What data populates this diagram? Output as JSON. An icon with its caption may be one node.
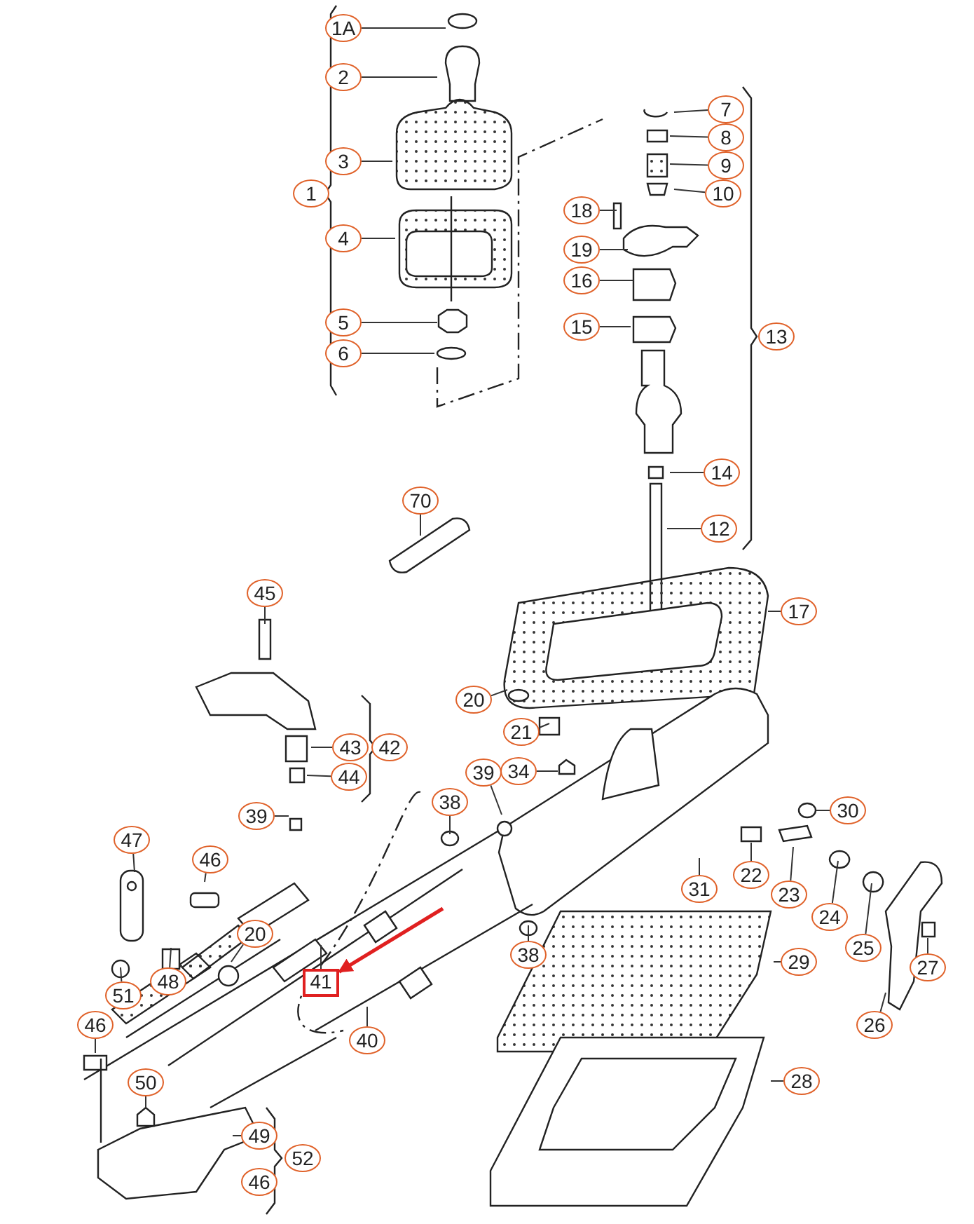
{
  "diagram": {
    "nodes": [
      {
        "text": [
          "1A"
        ]
      },
      {
        "text": [
          "2"
        ]
      },
      {
        "text": [
          "3"
        ]
      },
      {
        "text": [
          "1"
        ]
      },
      {
        "text": [
          "4"
        ]
      },
      {
        "text": [
          "5"
        ]
      },
      {
        "text": [
          "6"
        ]
      },
      {
        "text": [
          "7"
        ]
      },
      {
        "text": [
          "8"
        ]
      },
      {
        "text": [
          "9"
        ]
      },
      {
        "text": [
          "10"
        ]
      },
      {
        "text": [
          "18"
        ]
      },
      {
        "text": [
          "19"
        ]
      },
      {
        "text": [
          "16"
        ]
      },
      {
        "text": [
          "15"
        ]
      },
      {
        "text": [
          "13"
        ]
      },
      {
        "text": [
          "14"
        ]
      },
      {
        "text": [
          "12"
        ]
      },
      {
        "text": [
          "70"
        ]
      },
      {
        "text": [
          "45"
        ]
      },
      {
        "text": [
          "17"
        ]
      },
      {
        "text": [
          "20"
        ]
      },
      {
        "text": [
          "21"
        ]
      },
      {
        "text": [
          "43"
        ]
      },
      {
        "text": [
          "42"
        ]
      },
      {
        "text": [
          "44"
        ]
      },
      {
        "text": [
          "34"
        ]
      },
      {
        "text": [
          "39"
        ]
      },
      {
        "text": [
          "39"
        ]
      },
      {
        "text": [
          "38"
        ]
      },
      {
        "text": [
          "30"
        ]
      },
      {
        "text": [
          "46"
        ]
      },
      {
        "text": [
          "47"
        ]
      },
      {
        "text": [
          "22"
        ]
      },
      {
        "text": [
          "31"
        ]
      },
      {
        "text": [
          "23"
        ]
      },
      {
        "text": [
          "24"
        ]
      },
      {
        "text": [
          "25"
        ]
      },
      {
        "text": [
          "20"
        ]
      },
      {
        "text": [
          "27"
        ]
      },
      {
        "text": [
          "41"
        ]
      },
      {
        "text": [
          "38"
        ]
      },
      {
        "text": [
          "29"
        ]
      },
      {
        "text": [
          "48"
        ]
      },
      {
        "text": [
          "51"
        ]
      },
      {
        "text": [
          "46"
        ]
      },
      {
        "text": [
          "40"
        ]
      },
      {
        "text": [
          "26"
        ]
      },
      {
        "text": [
          "28"
        ]
      },
      {
        "text": [
          "50"
        ]
      },
      {
        "text": [
          "49"
        ]
      },
      {
        "text": [
          "52"
        ]
      },
      {
        "text": [
          "46"
        ]
      }
    ],
    "edges": [
      {
        "from": 0,
        "to": null,
        "arrow": "none"
      },
      {
        "from": 1,
        "to": null,
        "arrow": "none"
      },
      {
        "from": 2,
        "to": null,
        "arrow": "none"
      },
      {
        "from": 4,
        "to": null,
        "arrow": "none"
      },
      {
        "from": 5,
        "to": null,
        "arrow": "none"
      },
      {
        "from": 6,
        "to": null,
        "arrow": "none"
      },
      {
        "from": 7,
        "to": null,
        "arrow": "none"
      },
      {
        "from": 8,
        "to": null,
        "arrow": "none"
      },
      {
        "from": 9,
        "to": null,
        "arrow": "none"
      },
      {
        "from": 10,
        "to": null,
        "arrow": "none"
      },
      {
        "from": 11,
        "to": null,
        "arrow": "none"
      },
      {
        "from": 12,
        "to": null,
        "arrow": "none"
      },
      {
        "from": 13,
        "to": null,
        "arrow": "none"
      },
      {
        "from": 14,
        "to": null,
        "arrow": "none"
      },
      {
        "from": 16,
        "to": null,
        "arrow": "none"
      },
      {
        "from": 17,
        "to": null,
        "arrow": "none"
      },
      {
        "from": 18,
        "to": null,
        "arrow": "none"
      },
      {
        "from": 19,
        "to": null,
        "arrow": "none"
      },
      {
        "from": 20,
        "to": null,
        "arrow": "none"
      },
      {
        "from": 21,
        "to": null,
        "arrow": "none"
      },
      {
        "from": 22,
        "to": null,
        "arrow": "none"
      },
      {
        "from": 23,
        "to": null,
        "arrow": "none"
      },
      {
        "from": 25,
        "to": null,
        "arrow": "none"
      },
      {
        "from": 26,
        "to": null,
        "arrow": "none"
      },
      {
        "from": 27,
        "to": null,
        "arrow": "none"
      },
      {
        "from": 28,
        "to": null,
        "arrow": "none"
      },
      {
        "from": 29,
        "to": null,
        "arrow": "none"
      },
      {
        "from": 30,
        "to": null,
        "arrow": "none"
      },
      {
        "from": 31,
        "to": null,
        "arrow": "none"
      },
      {
        "from": 32,
        "to": null,
        "arrow": "none"
      },
      {
        "from": 33,
        "to": null,
        "arrow": "none"
      },
      {
        "from": 34,
        "to": null,
        "arrow": "none"
      },
      {
        "from": 35,
        "to": null,
        "arrow": "none"
      },
      {
        "from": 36,
        "to": null,
        "arrow": "none"
      },
      {
        "from": 37,
        "to": null,
        "arrow": "none"
      },
      {
        "from": 38,
        "to": null,
        "arrow": "none"
      },
      {
        "from": 39,
        "to": null,
        "arrow": "none"
      },
      {
        "from": 40,
        "to": null,
        "arrow": "none"
      },
      {
        "from": 41,
        "to": null,
        "arrow": "none"
      },
      {
        "from": 42,
        "to": null,
        "arrow": "none"
      },
      {
        "from": 43,
        "to": null,
        "arrow": "none"
      },
      {
        "from": 44,
        "to": null,
        "arrow": "none"
      },
      {
        "from": 45,
        "to": null,
        "arrow": "none"
      },
      {
        "from": 46,
        "to": null,
        "arrow": "none"
      },
      {
        "from": 47,
        "to": null,
        "arrow": "none"
      },
      {
        "from": 48,
        "to": null,
        "arrow": "none"
      },
      {
        "from": 49,
        "to": null,
        "arrow": "none"
      },
      {
        "from": 50,
        "to": null,
        "arrow": "none"
      },
      {
        "from": null,
        "to": 40,
        "arrow": "to",
        "style": "thick",
        "color": "#e02020"
      }
    ]
  }
}
